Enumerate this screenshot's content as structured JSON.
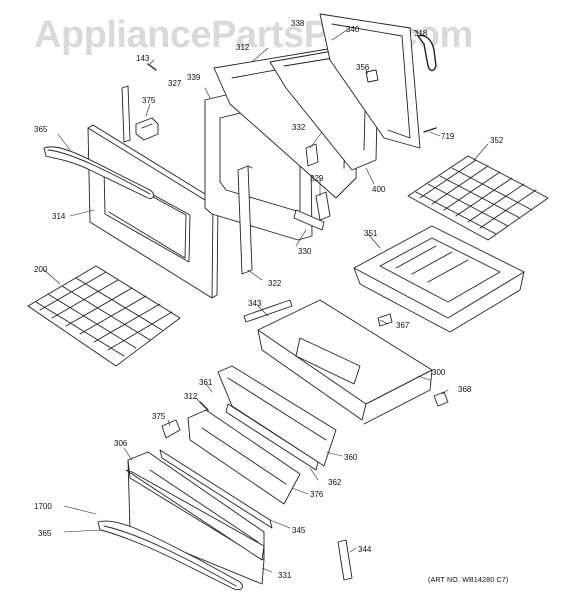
{
  "watermark": "AppliancePartsPros.com",
  "art_number": "(ART NO. WB14280 C7)",
  "callouts": {
    "c143": "143",
    "c312a": "312",
    "c338": "338",
    "c340": "340",
    "c318": "318",
    "c375a": "375",
    "c327": "327",
    "c339": "339",
    "c356": "356",
    "c365a": "365",
    "c332": "332",
    "c719": "719",
    "c352": "352",
    "c314": "314",
    "c329": "329",
    "c400": "400",
    "c330": "330",
    "c351": "351",
    "c200": "200",
    "c322": "322",
    "c343": "343",
    "c367": "367",
    "c300": "300",
    "c361": "361",
    "c368": "368",
    "c312b": "312",
    "c375b": "375",
    "c306": "306",
    "c360": "360",
    "c362": "362",
    "c376": "376",
    "c1700": "1700",
    "c345": "345",
    "c365b": "365",
    "c344": "344",
    "c331": "331"
  }
}
